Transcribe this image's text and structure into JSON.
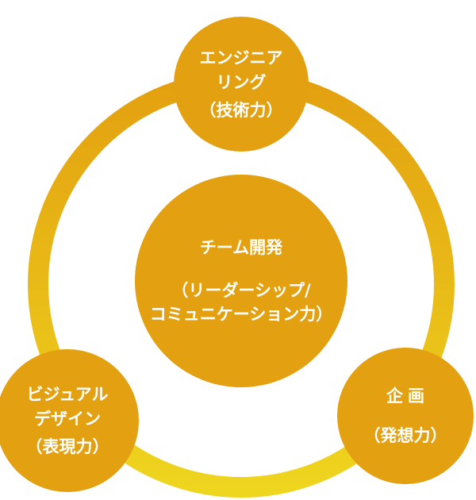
{
  "colors": {
    "node_fill": "#E3A010",
    "ring_top": "#E3A010",
    "ring_bottom": "#EED51E",
    "text": "#FFFFFF"
  },
  "nodes": {
    "top": {
      "lines": [
        "エンジニア",
        "リング"
      ],
      "sub": "（技術力）"
    },
    "center": {
      "title": "チーム開発",
      "lines": [
        "（リーダーシップ/",
        "コミュニケーション力）"
      ]
    },
    "left": {
      "lines": [
        "ビジュアル",
        "デザイン"
      ],
      "sub": "（表現力）"
    },
    "right": {
      "title": "企画",
      "sub": "（発想力）"
    }
  }
}
